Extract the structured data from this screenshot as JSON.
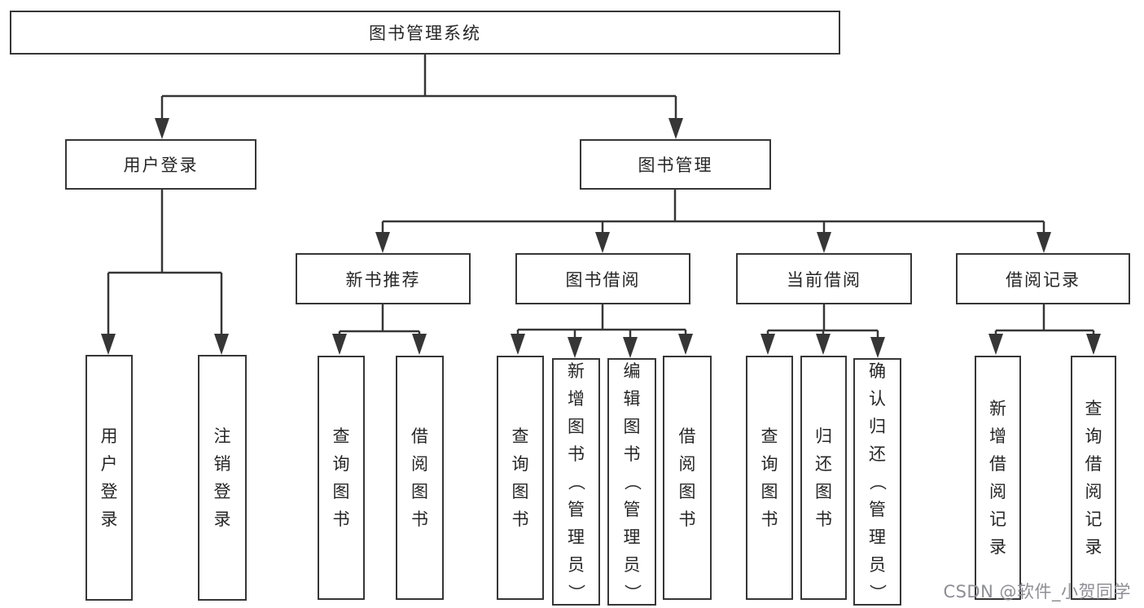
{
  "diagram": {
    "title_node": "图书管理系统",
    "level1": {
      "user_login": "用户登录",
      "book_mgmt": "图书管理"
    },
    "level2": {
      "new_book_rec": "新书推荐",
      "book_borrow": "图书借阅",
      "current_borrow": "当前借阅",
      "borrow_records": "借阅记录"
    },
    "leaves": {
      "user_login_group": {
        "login": "用户登录",
        "logout": "注销登录"
      },
      "new_book_rec_group": {
        "query_book": "查询图书",
        "borrow_book": "借阅图书"
      },
      "book_borrow_group": {
        "query_book": "查询图书",
        "add_book_admin": "新增图书（管理员）",
        "edit_book_admin": "编辑图书（管理员）",
        "borrow_book": "借阅图书"
      },
      "current_borrow_group": {
        "query_book": "查询图书",
        "return_book": "归还图书",
        "confirm_return_admin": "确认归还（管理员）"
      },
      "borrow_records_group": {
        "add_record": "新增借阅记录",
        "query_record": "查询借阅记录"
      }
    }
  },
  "watermark": {
    "text": "CSDN @软件_小贺同学",
    "color": "#8e8e96"
  },
  "colors": {
    "line": "#363636",
    "border": "#363636",
    "text": "#262626",
    "background": "#ffffff"
  }
}
